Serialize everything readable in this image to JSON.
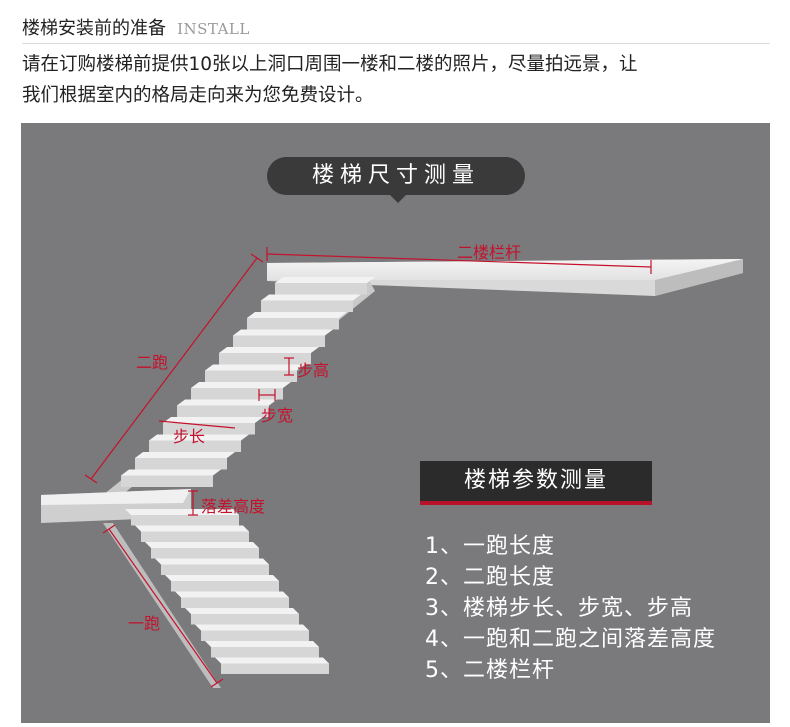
{
  "header": {
    "title": "楼梯安装前的准备",
    "title_en": "INSTALL"
  },
  "intro": {
    "line1": "请在订购楼梯前提供10张以上洞口周围一楼和二楼的照片，尽量拍远景，让",
    "line2": "我们根据室内的格局走向来为您免费设计。"
  },
  "diagram": {
    "badge": "楼梯尺寸测量",
    "labels": {
      "second_railing": "二楼栏杆",
      "second_flight": "二跑",
      "step_height": "步高",
      "step_width": "步宽",
      "step_length": "步长",
      "drop_height": "落差高度",
      "first_flight": "一跑"
    },
    "colors": {
      "panel_bg": "#7a7a7c",
      "accent_red": "#c4122d",
      "badge_bg": "#3a3a3a"
    }
  },
  "params": {
    "title": "楼梯参数测量",
    "items": [
      "1、一跑长度",
      "2、二跑长度",
      "3、楼梯步长、步宽、步高",
      "4、一跑和二跑之间落差高度",
      "5、二楼栏杆"
    ]
  }
}
